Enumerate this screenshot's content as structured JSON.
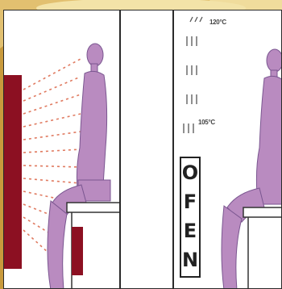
{
  "labels": {
    "temp_top": "120°C",
    "temp_bottom": "105°C",
    "ofen_letters": [
      "O",
      "F",
      "E",
      "N"
    ]
  },
  "colors": {
    "background": "#c99a3c",
    "heater": "#8c1022",
    "figure": "#b98bc0",
    "rays": "#e07a60"
  },
  "icons": {
    "person_left": "seated-person-icon",
    "person_right": "seated-person-icon",
    "heater": "infrared-heater-icon",
    "heat_waves": "heat-wave-icon"
  }
}
